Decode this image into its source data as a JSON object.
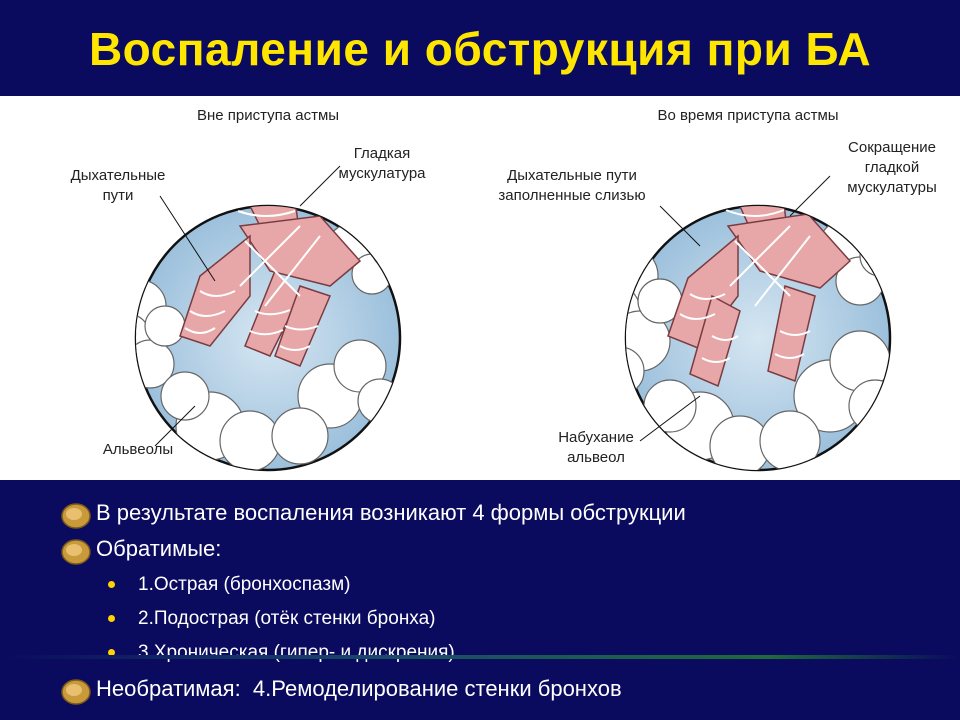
{
  "slide": {
    "title": "Воспаление и обструкция при БА"
  },
  "figure": {
    "left_panel": {
      "caption": "Вне приступа астмы",
      "label_airways": [
        "Дыхательные",
        "пути"
      ],
      "label_smooth_muscle": [
        "Гладкая",
        "мускулатура"
      ],
      "label_alveoli": "Альвеолы"
    },
    "right_panel": {
      "caption": "Во время приступа астмы",
      "label_airways_mucus": [
        "Дыхательные пути",
        "заполненные слизью"
      ],
      "label_contraction": [
        "Сокращение",
        "гладкой",
        "мускулатуры"
      ],
      "label_swelling": [
        "Набухание",
        "альвеол"
      ]
    }
  },
  "bullets": {
    "item1": "В результате воспаления возникают 4 формы обструкции",
    "item2": "Обратимые:",
    "sub1": "1.Острая (бронхоспазм)",
    "sub2": "2.Подострая (отёк стенки бронха)",
    "sub3": "3.Хроническая (гипер- и дискрения)",
    "item3": "Необратимая:  4.Ремоделирование стенки бронхов"
  },
  "colors": {
    "background": "#0a0a5e",
    "title": "#ffe600",
    "text": "#ffffff",
    "sub_bullet": "#ffd200",
    "bronchus": "#e7a7a9",
    "lung_bg": "#b8d4e8"
  },
  "icons": {
    "bullet_main": "gold-coin-icon",
    "bullet_sub": "yellow-dot-icon"
  }
}
